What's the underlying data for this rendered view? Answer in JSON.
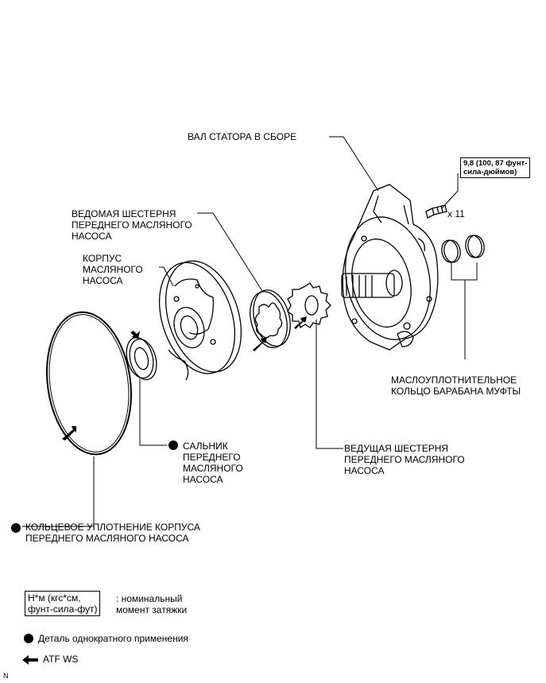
{
  "labels": {
    "stator_shaft": "ВАЛ СТАТОРА В СБОРЕ",
    "driven_gear": "ВЕДОМАЯ ШЕСТЕРНЯ\nПЕРЕДНЕГО МАСЛЯНОГО\nНАСОСА",
    "pump_body": "КОРПУС\nМАСЛЯНОГО\nНАСОСА",
    "seal_ring": "МАСЛОУПЛОТНИТЕЛЬНОЕ\nКОЛЬЦО БАРАБАНА МУФТЫ",
    "oil_seal": "САЛЬНИК\nПЕРЕДНЕГО\nМАСЛЯНОГО\nНАСОСА",
    "drive_gear": "ВЕДУЩАЯ ШЕСТЕРНЯ\nПЕРЕДНЕГО МАСЛЯНОГО\nНАСОСА",
    "o_ring": "КОЛЬЦЕВОЕ УПЛОТНЕНИЕ КОРПУСА\nПЕРЕДНЕГО МАСЛЯНОГО НАСОСА"
  },
  "torque": {
    "value": "9,8 (100, 87 фунт-\nсила-дюймов)",
    "bolt_count": "x 11"
  },
  "legend": {
    "unit_box": "Н*м (кгс*см,\nфунт-сила-фут)",
    "unit_desc": ": номинальный\nмомент затяжки",
    "non_reusable": "Деталь однократного применения",
    "atf": "ATF WS"
  },
  "corner_mark": "N",
  "colors": {
    "ink": "#000000",
    "paper": "#ffffff"
  }
}
